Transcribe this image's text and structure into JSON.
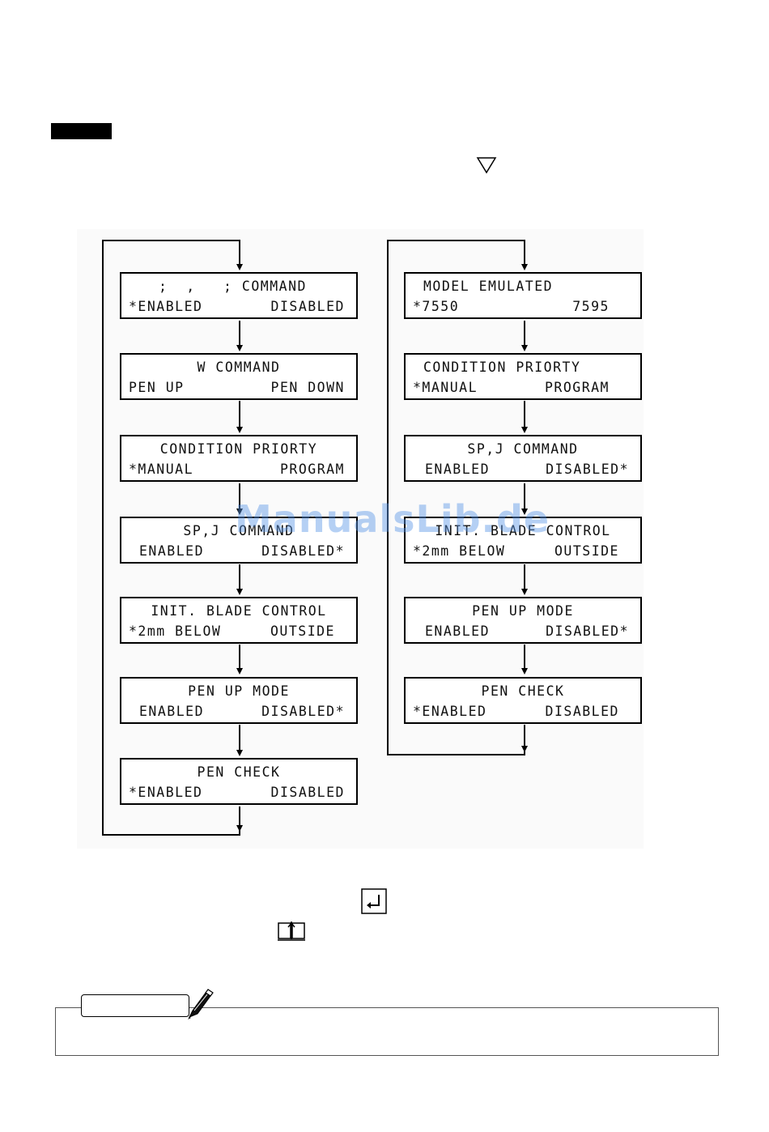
{
  "watermark": "ManualsLib.de",
  "icons": {
    "down_arrow": "down-triangle-icon",
    "enter_key": "enter-key-icon",
    "manual_ref": "book-reference-icon",
    "note": "pen-note-icon"
  },
  "left_column": [
    {
      "line1": ";  ,   ; COMMAND",
      "opt1": "*ENABLED",
      "opt2": "DISABLED"
    },
    {
      "line1": "W COMMAND",
      "opt1": "PEN UP",
      "opt2": "PEN DOWN"
    },
    {
      "line1": "CONDITION PRIORTY",
      "opt1": "*MANUAL",
      "opt2": "PROGRAM"
    },
    {
      "line1": "SP,J COMMAND",
      "opt1": "ENABLED",
      "opt2": "DISABLED*"
    },
    {
      "line1": "INIT. BLADE CONTROL",
      "opt1": "*2mm BELOW",
      "opt2": "OUTSIDE"
    },
    {
      "line1": "PEN UP MODE",
      "opt1": "ENABLED",
      "opt2": "DISABLED*"
    },
    {
      "line1": "PEN CHECK",
      "opt1": "*ENABLED",
      "opt2": "DISABLED"
    }
  ],
  "right_column": [
    {
      "line1": "MODEL EMULATED",
      "opt1": "*7550",
      "opt2": "7595"
    },
    {
      "line1": "CONDITION PRIORTY",
      "opt1": "*MANUAL",
      "opt2": "PROGRAM"
    },
    {
      "line1": "SP,J COMMAND",
      "opt1": "ENABLED",
      "opt2": "DISABLED*"
    },
    {
      "line1": "INIT. BLADE CONTROL",
      "opt1": "*2mm BELOW",
      "opt2": "OUTSIDE"
    },
    {
      "line1": "PEN UP MODE",
      "opt1": "ENABLED",
      "opt2": "DISABLED*"
    },
    {
      "line1": "PEN CHECK",
      "opt1": "*ENABLED",
      "opt2": "DISABLED"
    }
  ]
}
